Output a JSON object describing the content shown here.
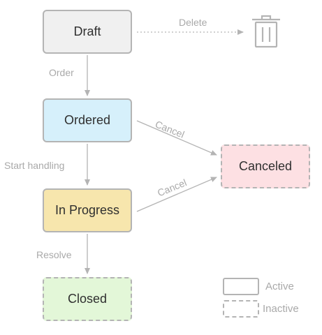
{
  "states": {
    "draft": {
      "label": "Draft",
      "fill": "#f0f0f0",
      "border": "#b4b4b4",
      "style": "solid"
    },
    "ordered": {
      "label": "Ordered",
      "fill": "#d6f0fb",
      "border": "#b4b4b4",
      "style": "solid"
    },
    "in_progress": {
      "label": "In Progress",
      "fill": "#f7e6ad",
      "border": "#b4b4b4",
      "style": "solid"
    },
    "closed": {
      "label": "Closed",
      "fill": "#e3f7d8",
      "border": "#b4b4b4",
      "style": "dashed"
    },
    "canceled": {
      "label": "Canceled",
      "fill": "#fde0e3",
      "border": "#b4b4b4",
      "style": "dashed"
    }
  },
  "transitions": {
    "delete": "Delete",
    "order": "Order",
    "start_handling": "Start handling",
    "resolve": "Resolve",
    "cancel_from_ordered": "Cancel",
    "cancel_from_in_progress": "Cancel"
  },
  "legend": {
    "active": "Active",
    "inactive": "Inactive"
  },
  "icons": {
    "delete_target": "trash-icon"
  },
  "colors": {
    "arrow": "#b4b4b4",
    "label": "#a9a9a9",
    "text": "#2f2f2f"
  }
}
